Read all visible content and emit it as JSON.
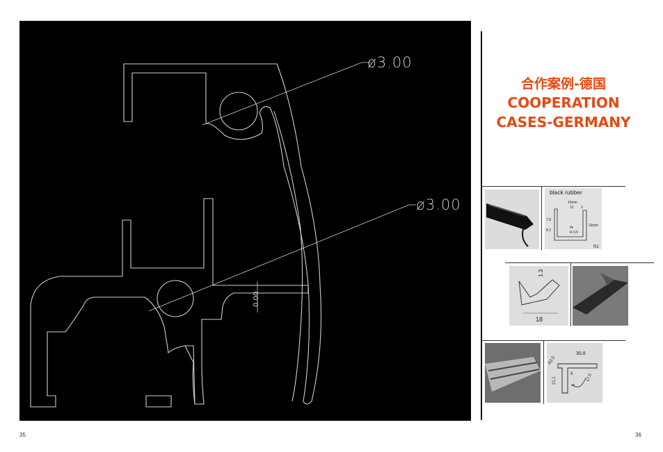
{
  "drawing": {
    "dim_top": "ø3.00",
    "dim_bottom": "ø3.00",
    "dim_small": "0.00"
  },
  "title": {
    "chinese": "合作案例-德国",
    "line1": "COOPERATION",
    "line2": "CASES-GERMANY"
  },
  "sketch1": {
    "heading": "black rubber",
    "dim_15": "15mm",
    "dim_12": "12",
    "dim_3": "3",
    "dim_78": "7.8",
    "dim_82": "8.2",
    "dim_4x": "4x",
    "dim_r05": "R 0,5",
    "dim_16": "16mm",
    "dim_r2": "R2"
  },
  "sketch2": {
    "dim_13": "1.3",
    "dim_18": "18"
  },
  "sketch3": {
    "dim_308": "30,8",
    "dim_211": "21,1",
    "dim_9": "9",
    "dim_6": "6",
    "dim_r25": "R2,5",
    "dim_175": "17,5"
  },
  "pages": {
    "left": "35",
    "right": "36"
  },
  "colors": {
    "accent": "#e34a14",
    "cad_bg": "#000000",
    "cad_line": "#d0d0d0"
  }
}
